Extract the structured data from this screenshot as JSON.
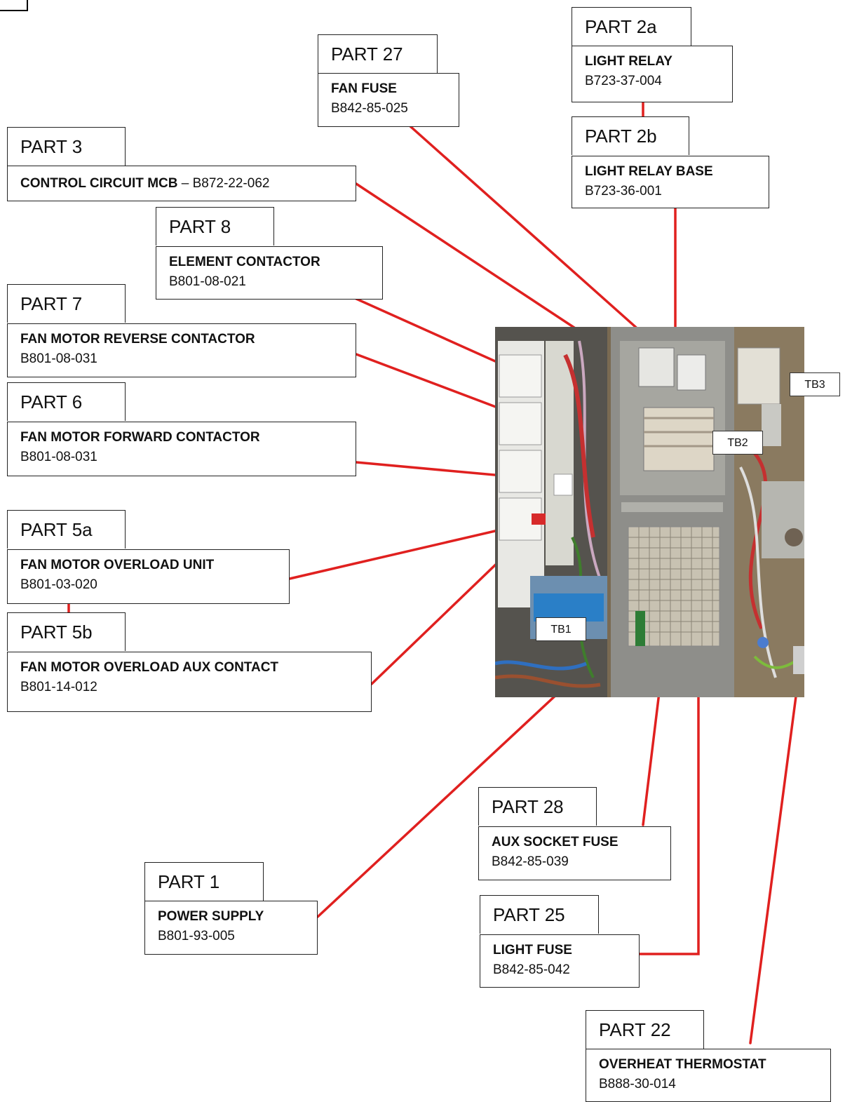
{
  "parts": [
    {
      "id": "part-27",
      "number": "PART 27",
      "name": "FAN FUSE",
      "code": "B842-85-025"
    },
    {
      "id": "part-2a",
      "number": "PART 2a",
      "name": "LIGHT RELAY",
      "code": "B723-37-004"
    },
    {
      "id": "part-2b",
      "number": "PART 2b",
      "name": "LIGHT RELAY BASE",
      "code": "B723-36-001"
    },
    {
      "id": "part-3",
      "number": "PART 3",
      "name": "CONTROL CIRCUIT MCB",
      "sep": " – ",
      "code": "B872-22-062"
    },
    {
      "id": "part-8",
      "number": "PART 8",
      "name": "ELEMENT CONTACTOR",
      "code": "B801-08-021"
    },
    {
      "id": "part-7",
      "number": "PART 7",
      "name": "FAN MOTOR REVERSE CONTACTOR",
      "code": "B801-08-031"
    },
    {
      "id": "part-6",
      "number": "PART 6",
      "name": "FAN MOTOR FORWARD CONTACTOR",
      "code": "B801-08-031"
    },
    {
      "id": "part-5a",
      "number": "PART 5a",
      "name": "FAN MOTOR OVERLOAD UNIT",
      "code": "B801-03-020"
    },
    {
      "id": "part-5b",
      "number": "PART 5b",
      "name": "FAN MOTOR OVERLOAD AUX CONTACT",
      "code": "B801-14-012"
    },
    {
      "id": "part-28",
      "number": "PART 28",
      "name": "AUX SOCKET FUSE",
      "code": "B842-85-039"
    },
    {
      "id": "part-1",
      "number": "PART 1",
      "name": "POWER SUPPLY",
      "code": "B801-93-005"
    },
    {
      "id": "part-25",
      "number": "PART 25",
      "name": "LIGHT FUSE",
      "code": "B842-85-042"
    },
    {
      "id": "part-22",
      "number": "PART 22",
      "name": "OVERHEAT THERMOSTAT",
      "code": "B888-30-014"
    }
  ],
  "terminal_blocks": {
    "tb1": "TB1",
    "tb2": "TB2",
    "tb3": "TB3"
  },
  "colors": {
    "leader": "#e0201f",
    "border": "#222222"
  }
}
